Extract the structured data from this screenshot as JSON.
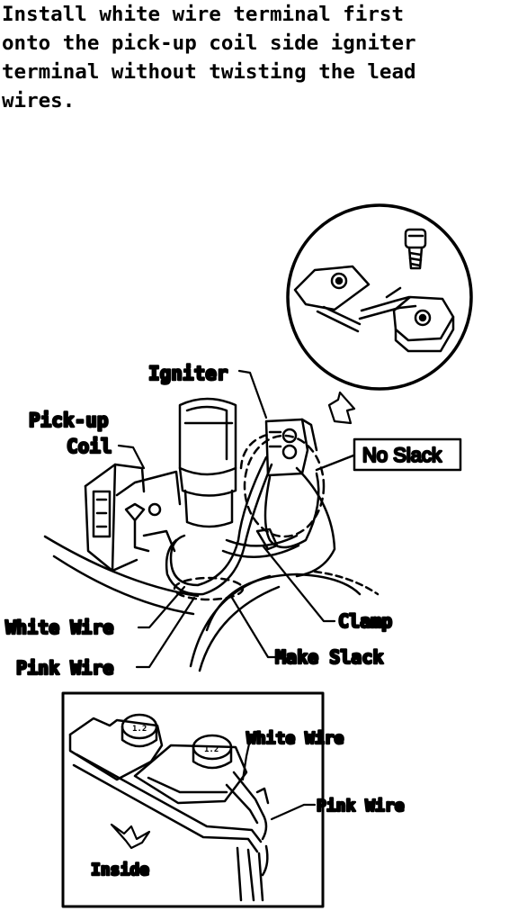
{
  "instruction": {
    "lines": [
      "Install white wire terminal first",
      "onto the pick-up coil side igniter",
      "terminal without twisting the lead",
      "wires."
    ]
  },
  "labels": {
    "igniter": "Igniter",
    "pickup_line1": "Pick-up",
    "pickup_line2": "Coil",
    "no_slack": "No Slack",
    "white_wire": "White Wire",
    "pink_wire": "Pink Wire",
    "clamp": "Clamp",
    "make_slack": "Make Slack",
    "inset_white_wire": "White Wire",
    "inset_pink_wire": "Pink Wire",
    "inside": "Inside"
  }
}
